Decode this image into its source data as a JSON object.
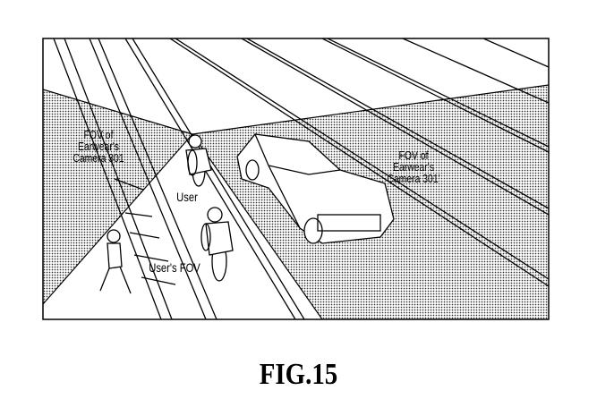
{
  "figure": {
    "caption": "FIG.15",
    "labels": {
      "left_fov": [
        "FOV of",
        "Earwear's",
        "Camera 301"
      ],
      "right_fov": [
        "FOV of",
        "Earwear's",
        "Camera 301'"
      ],
      "user": "User",
      "user_fov": "User's FOV"
    }
  }
}
